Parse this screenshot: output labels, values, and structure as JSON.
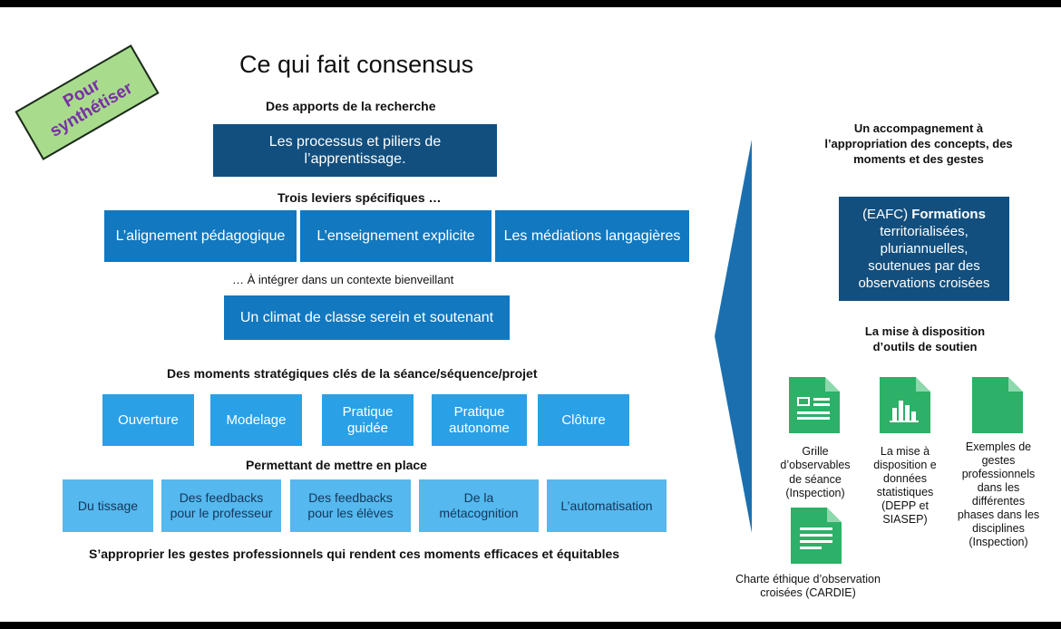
{
  "stamp": {
    "line1": "Pour",
    "line2": "synthétiser"
  },
  "title": "Ce qui fait consensus",
  "research": {
    "heading": "Des apports de la recherche",
    "box_line1": "Les processus et piliers de",
    "box_line2": "l’apprentissage."
  },
  "levers": {
    "heading": "Trois leviers spécifiques …",
    "items": [
      "L’alignement pédagogique",
      "L’enseignement explicite",
      "Les médiations langagières"
    ]
  },
  "context": {
    "heading": "… À intégrer dans un contexte bienveillant",
    "box": "Un climat de classe serein et soutenant"
  },
  "moments": {
    "heading": "Des moments stratégiques clés de la séance/séquence/projet",
    "items": [
      [
        "Ouverture"
      ],
      [
        "Modelage"
      ],
      [
        "Pratique",
        "guidée"
      ],
      [
        "Pratique",
        "autonome"
      ],
      [
        "Clôture"
      ]
    ]
  },
  "enable": {
    "heading": "Permettant de mettre en place",
    "items": [
      [
        "Du tissage"
      ],
      [
        "Des feedbacks",
        "pour le professeur"
      ],
      [
        "Des feedbacks",
        "pour les élèves"
      ],
      [
        "De la",
        "métacognition"
      ],
      [
        "L’automatisation"
      ]
    ]
  },
  "footer": "S’approprier les gestes professionnels qui rendent ces moments efficaces et équitables",
  "support": {
    "heading": [
      "Un accompagnement à",
      "l’appropriation des concepts, des",
      "moments et des gestes"
    ],
    "box_bold": "Formations",
    "box_prefix": "(EAFC) ",
    "box_lines": [
      "territorialisées,",
      "pluriannuelles,",
      "soutenues par des",
      "observations croisées"
    ]
  },
  "tools": {
    "heading": [
      "La mise à disposition",
      "d’outils de soutien"
    ],
    "items": [
      {
        "icon": "observation-grid-icon",
        "lines": [
          "Grille",
          "d’observables",
          "de séance",
          "(Inspection)"
        ]
      },
      {
        "icon": "bar-chart-icon",
        "lines": [
          "La mise à",
          "disposition e",
          "données",
          "statistiques",
          "(DEPP et",
          "SIASEP)"
        ]
      },
      {
        "icon": "document-icon",
        "lines": [
          "Exemples de",
          "gestes",
          "professionnels",
          "dans les",
          "différentes",
          "phases dans les",
          "disciplines",
          "(Inspection)"
        ]
      },
      {
        "icon": "charter-document-icon",
        "lines": [
          "Charte éthique d’observation",
          "croisées (CARDIE)"
        ]
      }
    ]
  },
  "colors": {
    "dark_box": "#124f7e",
    "mid_box": "#1278bf",
    "sky_box": "#2aa0e6",
    "pale_box": "#55b8ee",
    "stamp_bg": "#a8dc8c",
    "stamp_text": "#7a2ea8",
    "doc_green": "#2db067"
  }
}
